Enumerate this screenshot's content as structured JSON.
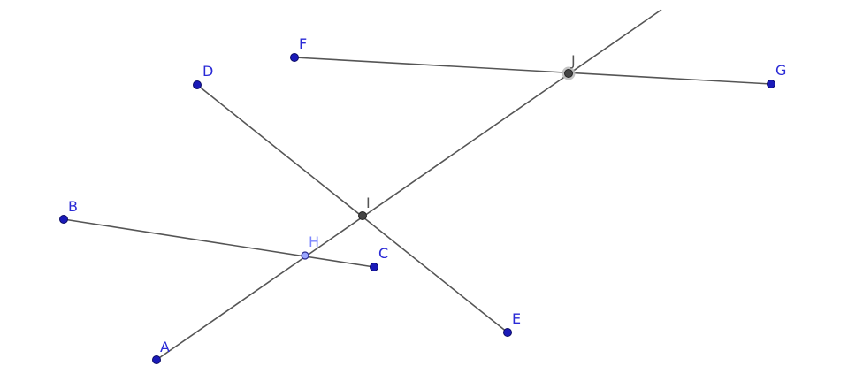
{
  "colors": {
    "free_point": "#1a1ab8",
    "free_label": "#2a2ad6",
    "dependent_point": "#444444",
    "dependent_label": "#555555",
    "on_object_label": "#7b86ff",
    "segment": "#555555"
  },
  "points": {
    "A": "A",
    "B": "B",
    "C": "C",
    "D": "D",
    "E": "E",
    "F": "F",
    "G": "G",
    "H": "H",
    "I": "I",
    "J": "J"
  }
}
